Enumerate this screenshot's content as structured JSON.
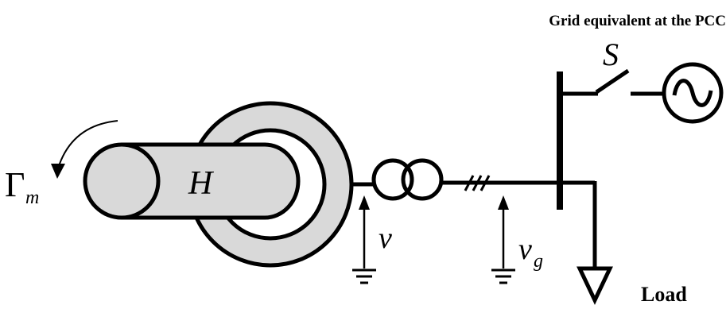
{
  "labels": {
    "grid_title": "Grid equivalent at the PCC",
    "switch": "S",
    "torque_symbol": "Γ",
    "torque_subscript": "m",
    "inertia": "H",
    "voltage": "v",
    "grid_voltage": "v",
    "grid_voltage_subscript": "g",
    "load": "Load"
  },
  "colors": {
    "stroke": "#000000",
    "fill_gray": "#d9d9d9",
    "background": "#ffffff"
  }
}
